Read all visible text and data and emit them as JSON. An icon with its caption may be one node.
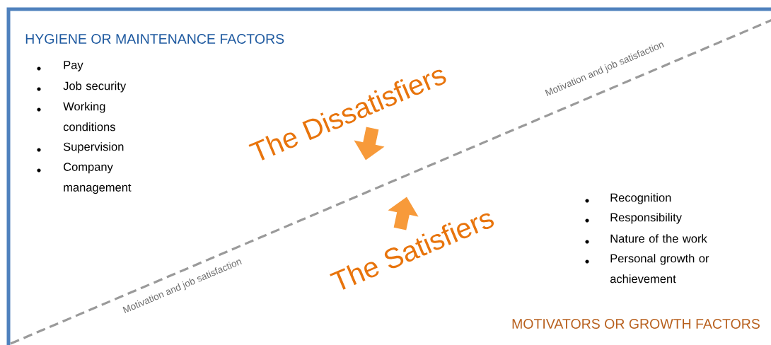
{
  "diagram": {
    "labels": [
      "HYGIENE OR MAINTENANCE FACTORS",
      "Motivation and job satisfaction",
      "Pay",
      "Job security",
      "Working conditions",
      "Supervision",
      "Company management",
      "The Dissatisfiers",
      "The Satisfiers",
      "Motivation and job satisfaction",
      "Recognition",
      "Responsibility",
      "Nature of the work",
      "Personal growth or achievement",
      "MOTIVATORS OR GROWTH FACTORS"
    ]
  }
}
